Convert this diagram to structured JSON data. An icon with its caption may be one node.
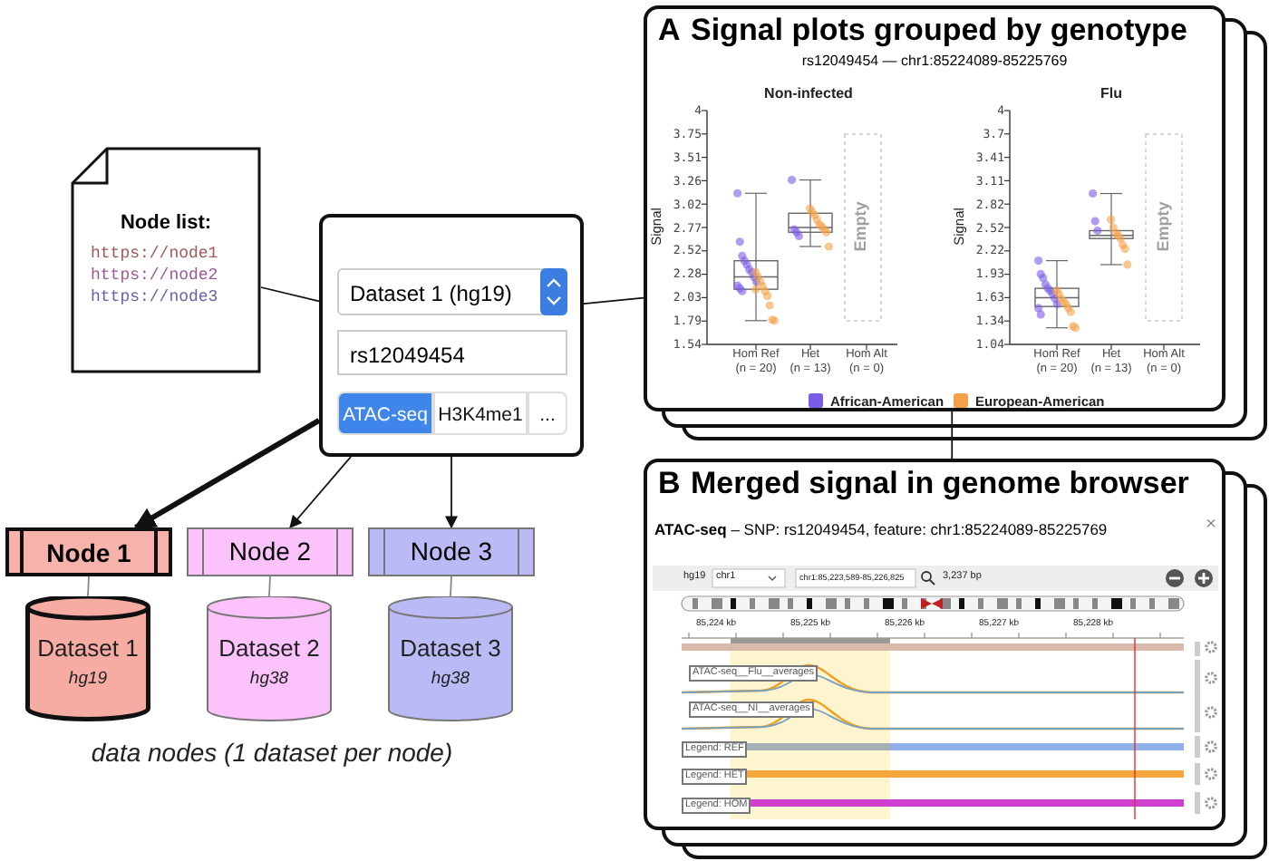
{
  "diagram": {
    "nodes": [
      {
        "text": [
          "Node list:",
          "https://node1",
          "https://node2",
          "https://node3"
        ]
      },
      {
        "text": [],
        "shape": "box"
      },
      {
        "text": [
          "Dataset 1 (hg19)"
        ],
        "in": 1
      },
      {
        "text": [
          "rs12049454"
        ],
        "in": 1
      },
      {
        "text": [
          "ATAC-seq"
        ],
        "in": 1
      },
      {
        "text": [
          "H3K4me1"
        ],
        "in": 1
      },
      {
        "text": [
          "..."
        ],
        "in": 1
      },
      {
        "text": [
          "Node 1"
        ]
      },
      {
        "text": [
          "Dataset 1",
          "hg19"
        ]
      },
      {
        "text": [
          "Node 2"
        ]
      },
      {
        "text": [
          "Dataset 2",
          "hg38"
        ]
      },
      {
        "text": [
          "Node 3"
        ]
      },
      {
        "text": [
          "Dataset 3",
          "hg38"
        ]
      },
      {
        "text": [
          "A",
          "Signal plots grouped by genotype",
          "rs12049454 — chr1:85224089-85225769"
        ]
      },
      {
        "text": [
          "B",
          "Merged signal in genome browser",
          "**ATAC-seq** – SNP: rs12049454, feature: chr1:85224089-85225769"
        ]
      }
    ],
    "edges": [
      {
        "from": 0,
        "to": 1,
        "arrow": "none"
      },
      {
        "from": 1,
        "to": 13,
        "arrow": "none"
      },
      {
        "from": 13,
        "to": 14,
        "arrow": "none"
      },
      {
        "from": 1,
        "to": 7,
        "arrow": "to",
        "style": "thick"
      },
      {
        "from": 1,
        "to": 9,
        "arrow": "to"
      },
      {
        "from": 1,
        "to": 11,
        "arrow": "to"
      },
      {
        "from": 7,
        "to": 8,
        "arrow": "none",
        "color": "#888888"
      },
      {
        "from": 9,
        "to": 10,
        "arrow": "none",
        "color": "#888888"
      },
      {
        "from": 11,
        "to": 12,
        "arrow": "none",
        "color": "#888888"
      }
    ],
    "labels": [
      "data nodes (1 dataset per node)",
      "Non-infected",
      "Flu",
      "4",
      "3.75",
      "3.51",
      "3.26",
      "3.02",
      "2.77",
      "2.52",
      "2.28",
      "2.03",
      "1.79",
      "1.54",
      "4",
      "3.7",
      "3.41",
      "3.11",
      "2.82",
      "2.52",
      "2.22",
      "1.93",
      "1.63",
      "1.34",
      "1.04",
      "Signal",
      "Signal",
      "Empty",
      "Empty",
      "Hom Ref",
      "Het",
      "Hom Alt",
      "(n = 20)",
      "(n = 13)",
      "(n = 0)",
      "Hom Ref",
      "Het",
      "Hom Alt",
      "(n = 20)",
      "(n = 13)",
      "(n = 0)",
      "×",
      "hg19",
      "chr1",
      "chr1:85,223,589-85,226,825",
      "3,237 bp",
      "85,224 kb",
      "85,225 kb",
      "85,226 kb",
      "85,227 kb",
      "85,228 kb",
      "ATAC-seq__Flu__averages",
      "ATAC-seq__NI__averages",
      "Legend: REF",
      "Legend: HET",
      "Legend: HOM"
    ],
    "legend": [
      {
        "text": "African-American",
        "color": "#7b5ce8"
      },
      {
        "text": "European-American",
        "color": "#f3a24a"
      }
    ]
  }
}
